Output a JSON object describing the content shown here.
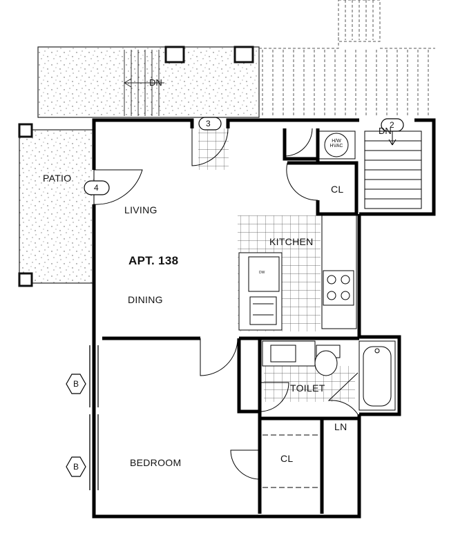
{
  "plan": {
    "apartment_label": "APT. 138",
    "rooms": {
      "patio": "PATIO",
      "living": "LIVING",
      "dining": "DINING",
      "kitchen": "KITCHEN",
      "closet_entry": "CL",
      "closet_bedroom": "CL",
      "toilet": "TOILET",
      "linen": "LN",
      "bedroom": "BEDROOM"
    },
    "stairs": {
      "left_down": "DN",
      "right_down": "DN"
    },
    "markers": {
      "door_3": "3",
      "door_4": "4",
      "door_2": "2",
      "window_b_upper": "B",
      "window_b_lower": "B"
    },
    "fixtures": {
      "water_heater_line1": "H/W",
      "water_heater_line2": "HVAC",
      "dishwasher": "DW"
    }
  }
}
